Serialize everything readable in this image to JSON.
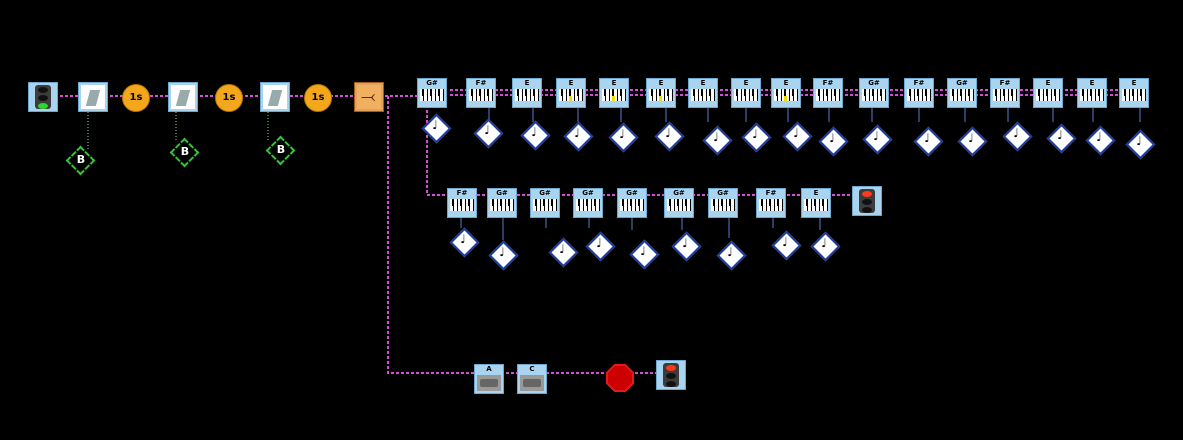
{
  "colors": {
    "background": "#000000",
    "wire": "#d44dd4",
    "block_border": "#a8d4f0",
    "note_border": "#1e3ca0",
    "timer": "#f3a71c",
    "b_border": "#38c338"
  },
  "icons": [
    "traffic-light-icon",
    "sensor-icon",
    "timer-icon",
    "branch-icon",
    "piano-icon",
    "note-icon",
    "motor-icon",
    "stop-sign-icon"
  ],
  "timers": [
    {
      "label": "1s"
    },
    {
      "label": "1s"
    },
    {
      "label": "1s"
    }
  ],
  "bmarks": [
    {
      "label": "B"
    },
    {
      "label": "B"
    },
    {
      "label": "B"
    }
  ],
  "track_a_notes": [
    {
      "label": "G#"
    },
    {
      "label": "F#"
    },
    {
      "label": "E"
    },
    {
      "label": "E"
    },
    {
      "label": "E"
    },
    {
      "label": "E"
    },
    {
      "label": "E"
    },
    {
      "label": "E"
    },
    {
      "label": "E"
    },
    {
      "label": "F#"
    },
    {
      "label": "G#"
    },
    {
      "label": "F#"
    },
    {
      "label": "G#"
    },
    {
      "label": "F#"
    },
    {
      "label": "E"
    },
    {
      "label": "E"
    },
    {
      "label": "E"
    }
  ],
  "track_b_notes": [
    {
      "label": "F#"
    },
    {
      "label": "G#"
    },
    {
      "label": "G#"
    },
    {
      "label": "G#"
    },
    {
      "label": "G#"
    },
    {
      "label": "G#"
    },
    {
      "label": "G#"
    },
    {
      "label": "F#"
    },
    {
      "label": "E"
    }
  ],
  "motors": [
    {
      "label": "A"
    },
    {
      "label": "C"
    }
  ]
}
